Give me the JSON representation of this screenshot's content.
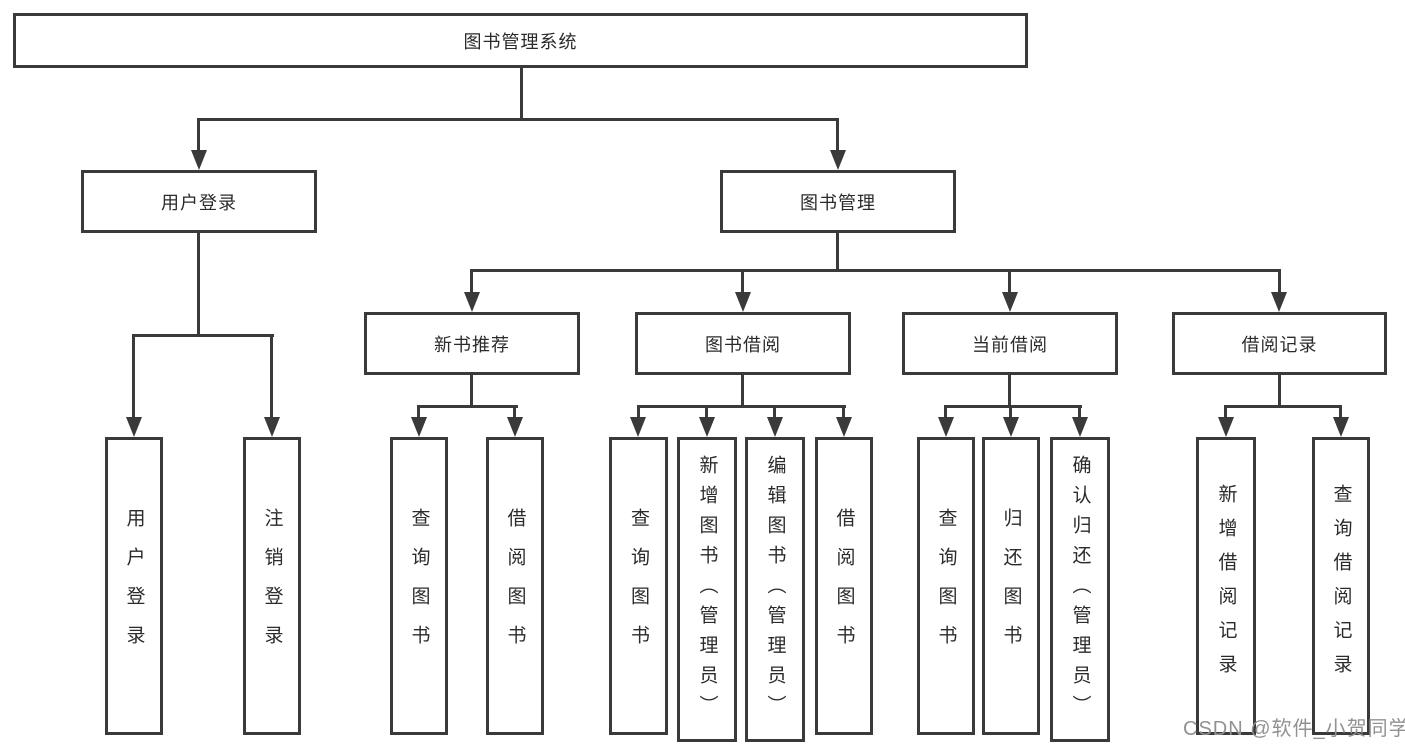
{
  "diagram": {
    "title": "图书管理系统",
    "root_label": "图书管理系统",
    "level2": [
      {
        "label": "用户登录"
      },
      {
        "label": "图书管理"
      }
    ],
    "level3": [
      {
        "label": "新书推荐"
      },
      {
        "label": "图书借阅"
      },
      {
        "label": "当前借阅"
      },
      {
        "label": "借阅记录"
      }
    ],
    "leaves": {
      "user_login": [
        "用户登录",
        "注销登录"
      ],
      "new_book": [
        "查询图书",
        "借阅图书"
      ],
      "book_borrow": [
        "查询图书",
        "新增图书（管理员）",
        "编辑图书（管理员）",
        "借阅图书"
      ],
      "current_borrow": [
        "查询图书",
        "归还图书",
        "确认归还（管理员）"
      ],
      "borrow_record": [
        "新增借阅记录",
        "查询借阅记录"
      ]
    }
  },
  "watermark": "CSDN @软件_小贺同学",
  "colors": {
    "line": "#3a3a3a",
    "text": "#2b2b2b",
    "watermark": "#929292",
    "background": "#ffffff"
  }
}
